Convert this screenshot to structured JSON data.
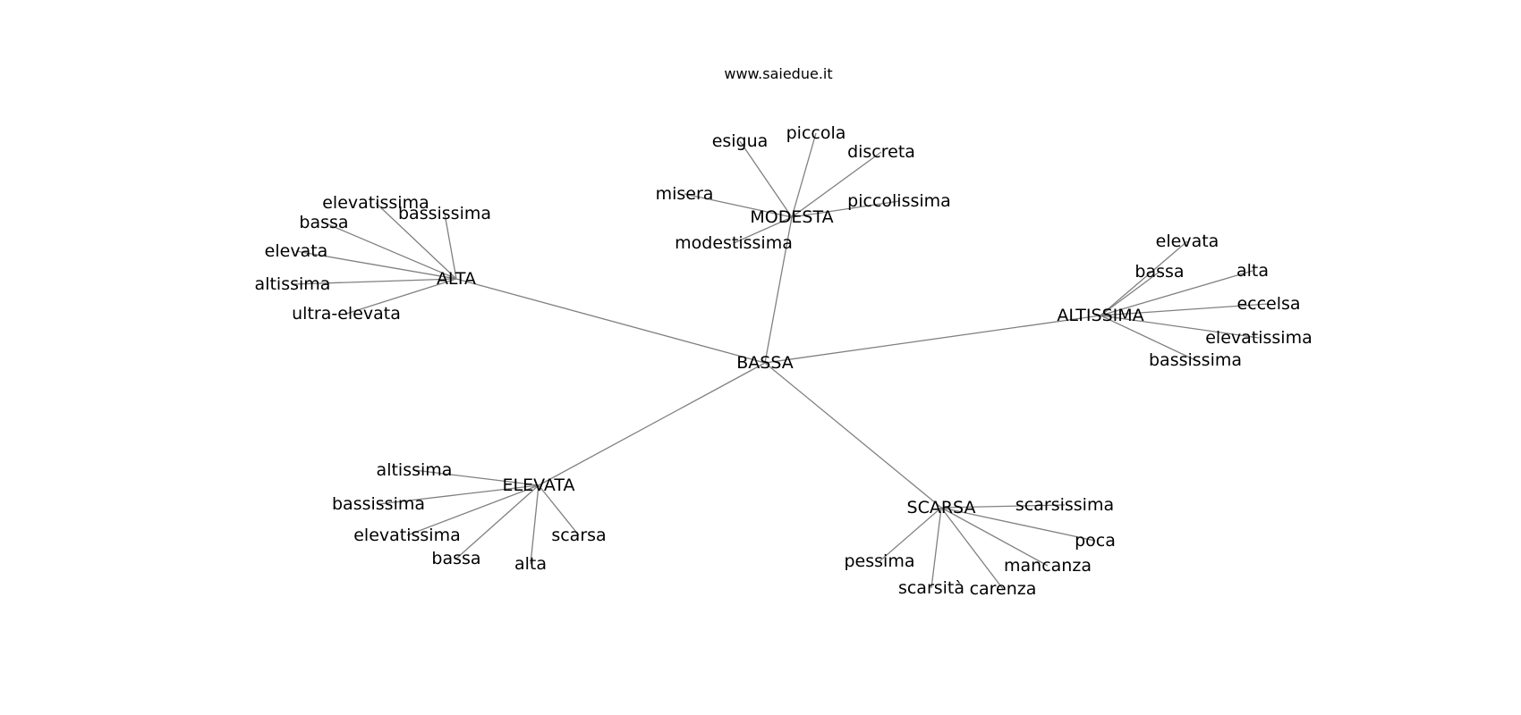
{
  "watermark": "www.saiedue.it",
  "graph": {
    "center": "BASSA",
    "clusters": [
      {
        "hub": "MODESTA",
        "leaves": [
          "esigua",
          "piccola",
          "discreta",
          "misera",
          "piccolissima",
          "modestissima"
        ]
      },
      {
        "hub": "ALTA",
        "leaves": [
          "elevatissima",
          "bassissima",
          "bassa",
          "elevata",
          "altissima",
          "ultra-elevata"
        ]
      },
      {
        "hub": "ALTISSIMA",
        "leaves": [
          "elevata",
          "bassa",
          "alta",
          "eccelsa",
          "elevatissima",
          "bassissima"
        ]
      },
      {
        "hub": "ELEVATA",
        "leaves": [
          "altissima",
          "bassissima",
          "elevatissima",
          "bassa",
          "alta",
          "scarsa"
        ]
      },
      {
        "hub": "SCARSA",
        "leaves": [
          "scarsissima",
          "poca",
          "mancanza",
          "pessima",
          "scarsità",
          "carenza"
        ]
      }
    ]
  }
}
